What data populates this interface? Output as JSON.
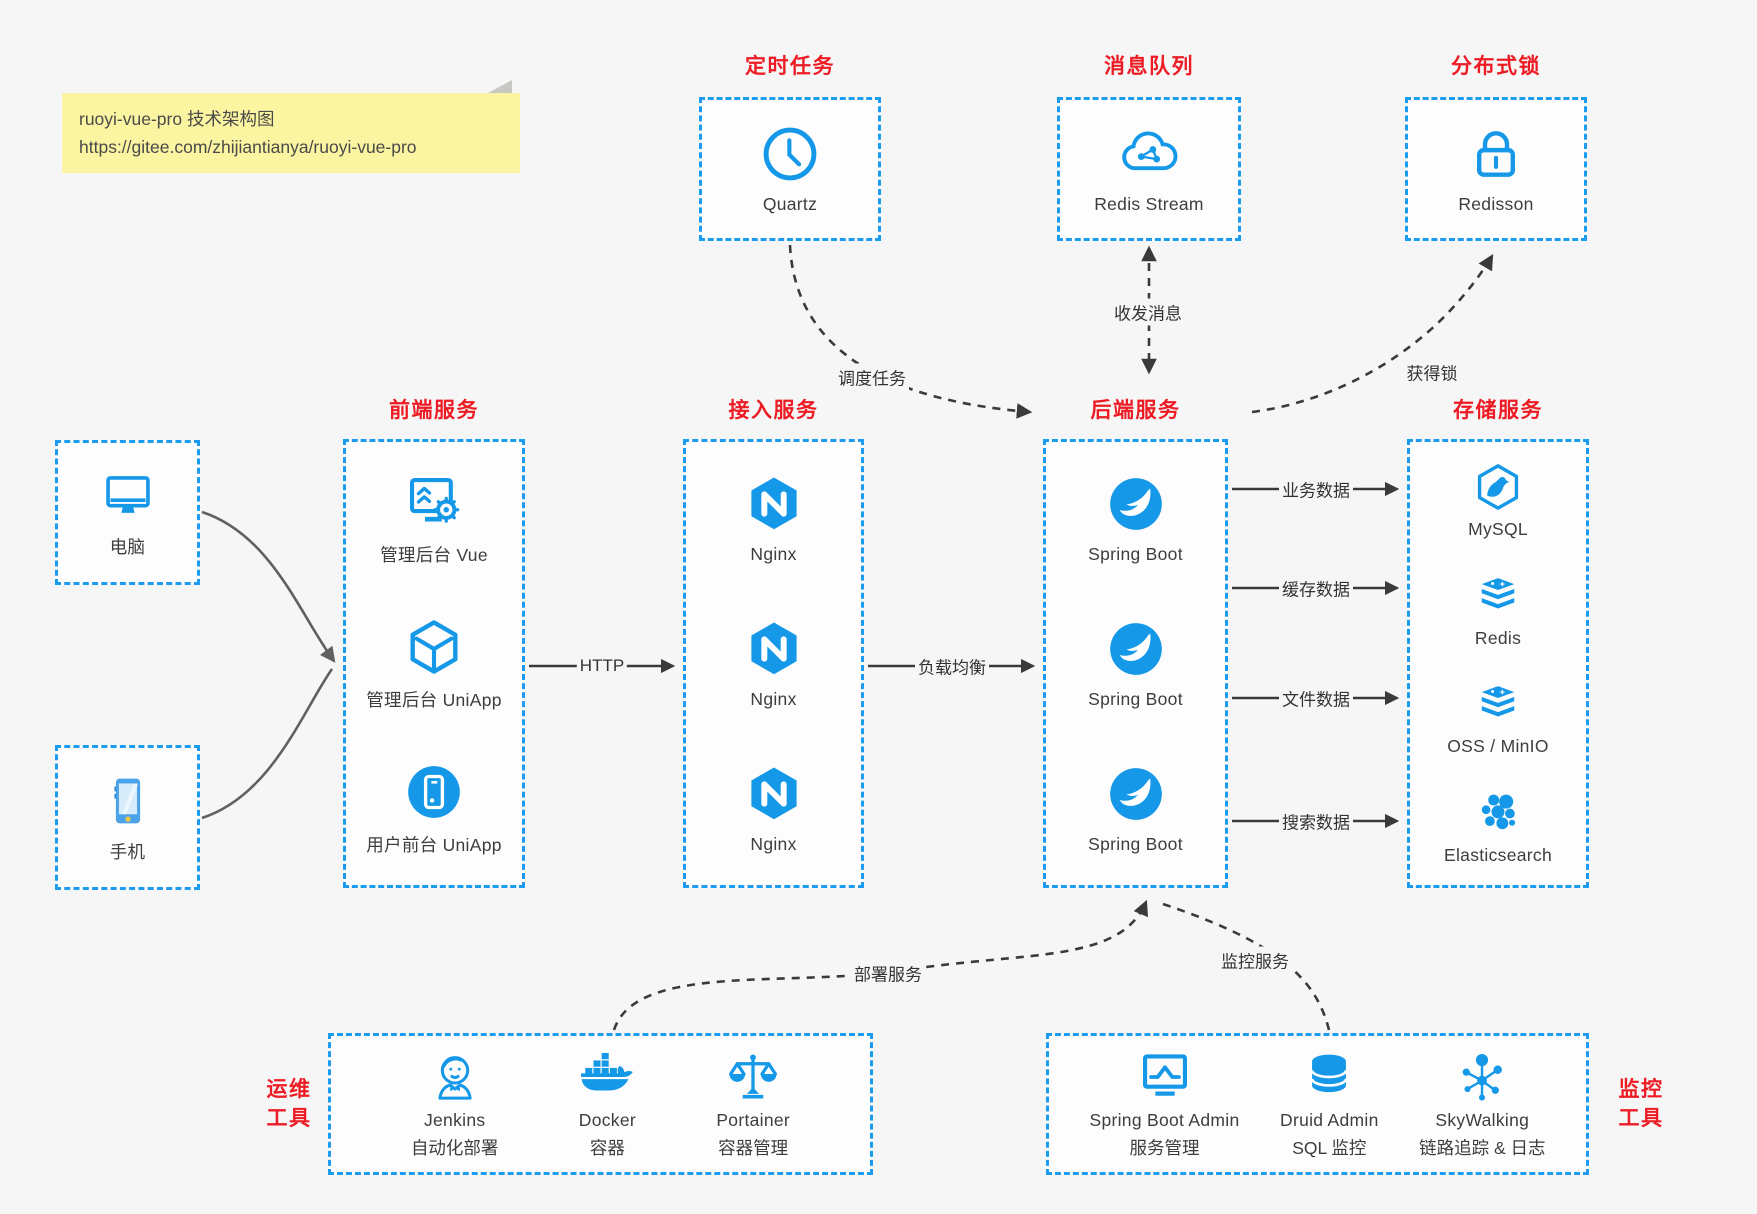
{
  "note": {
    "line1": "ruoyi-vue-pro 技术架构图",
    "line2": "https://gitee.com/zhijiantianya/ruoyi-vue-pro"
  },
  "colors": {
    "box_border_blue": "#1b9cf0",
    "icon_blue": "#1598e8",
    "title_red": "#ed1c24",
    "arrow_dark": "#3a3a3a",
    "client_arrow_gray": "#606060",
    "note_bg": "#fbf4a0",
    "background": "#f6f6f7"
  },
  "groups": {
    "scheduled": {
      "title": "定时任务",
      "items": [
        {
          "label": "Quartz",
          "icon": "clock-icon"
        }
      ]
    },
    "mq": {
      "title": "消息队列",
      "items": [
        {
          "label": "Redis Stream",
          "icon": "cloud-network-icon"
        }
      ]
    },
    "lock": {
      "title": "分布式锁",
      "items": [
        {
          "label": "Redisson",
          "icon": "padlock-icon"
        }
      ]
    },
    "frontend": {
      "title": "前端服务",
      "items": [
        {
          "label": "管理后台 Vue",
          "icon": "admin-monitor-gear-icon"
        },
        {
          "label": "管理后台 UniApp",
          "icon": "uniapp-box-icon"
        },
        {
          "label": "用户前台 UniApp",
          "icon": "uniapp-phone-circle-icon"
        }
      ]
    },
    "gateway": {
      "title": "接入服务",
      "items": [
        {
          "label": "Nginx",
          "icon": "nginx-icon"
        },
        {
          "label": "Nginx",
          "icon": "nginx-icon"
        },
        {
          "label": "Nginx",
          "icon": "nginx-icon"
        }
      ]
    },
    "backend": {
      "title": "后端服务",
      "items": [
        {
          "label": "Spring Boot",
          "icon": "spring-boot-icon"
        },
        {
          "label": "Spring Boot",
          "icon": "spring-boot-icon"
        },
        {
          "label": "Spring Boot",
          "icon": "spring-boot-icon"
        }
      ]
    },
    "storage": {
      "title": "存储服务",
      "items": [
        {
          "label": "MySQL",
          "icon": "mysql-dolphin-icon"
        },
        {
          "label": "Redis",
          "icon": "redis-stack-icon"
        },
        {
          "label": "OSS / MinIO",
          "icon": "storage-stack-icon"
        },
        {
          "label": "Elasticsearch",
          "icon": "elasticsearch-icon"
        }
      ]
    },
    "clients": {
      "items": [
        {
          "label": "电脑",
          "icon": "desktop-computer-icon"
        },
        {
          "label": "手机",
          "icon": "smartphone-icon"
        }
      ]
    },
    "ops": {
      "title_line1": "运维",
      "title_line2": "工具",
      "items": [
        {
          "label": "Jenkins",
          "sub": "自动化部署",
          "icon": "jenkins-butler-icon"
        },
        {
          "label": "Docker",
          "sub": "容器",
          "icon": "docker-whale-icon"
        },
        {
          "label": "Portainer",
          "sub": "容器管理",
          "icon": "scales-icon"
        }
      ]
    },
    "monitor": {
      "title_line1": "监控",
      "title_line2": "工具",
      "items": [
        {
          "label": "Spring Boot Admin",
          "sub": "服务管理",
          "icon": "admin-chart-monitor-icon"
        },
        {
          "label": "Druid Admin",
          "sub": "SQL 监控",
          "icon": "database-cylinder-icon"
        },
        {
          "label": "SkyWalking",
          "sub": "链路追踪 & 日志",
          "icon": "node-graph-icon"
        }
      ]
    }
  },
  "edges": {
    "schedule": "调度任务",
    "message": "收发消息",
    "lock": "获得锁",
    "http": "HTTP",
    "lb": "负载均衡",
    "biz": "业务数据",
    "cache": "缓存数据",
    "file": "文件数据",
    "search": "搜索数据",
    "deploy": "部署服务",
    "monitor": "监控服务"
  }
}
